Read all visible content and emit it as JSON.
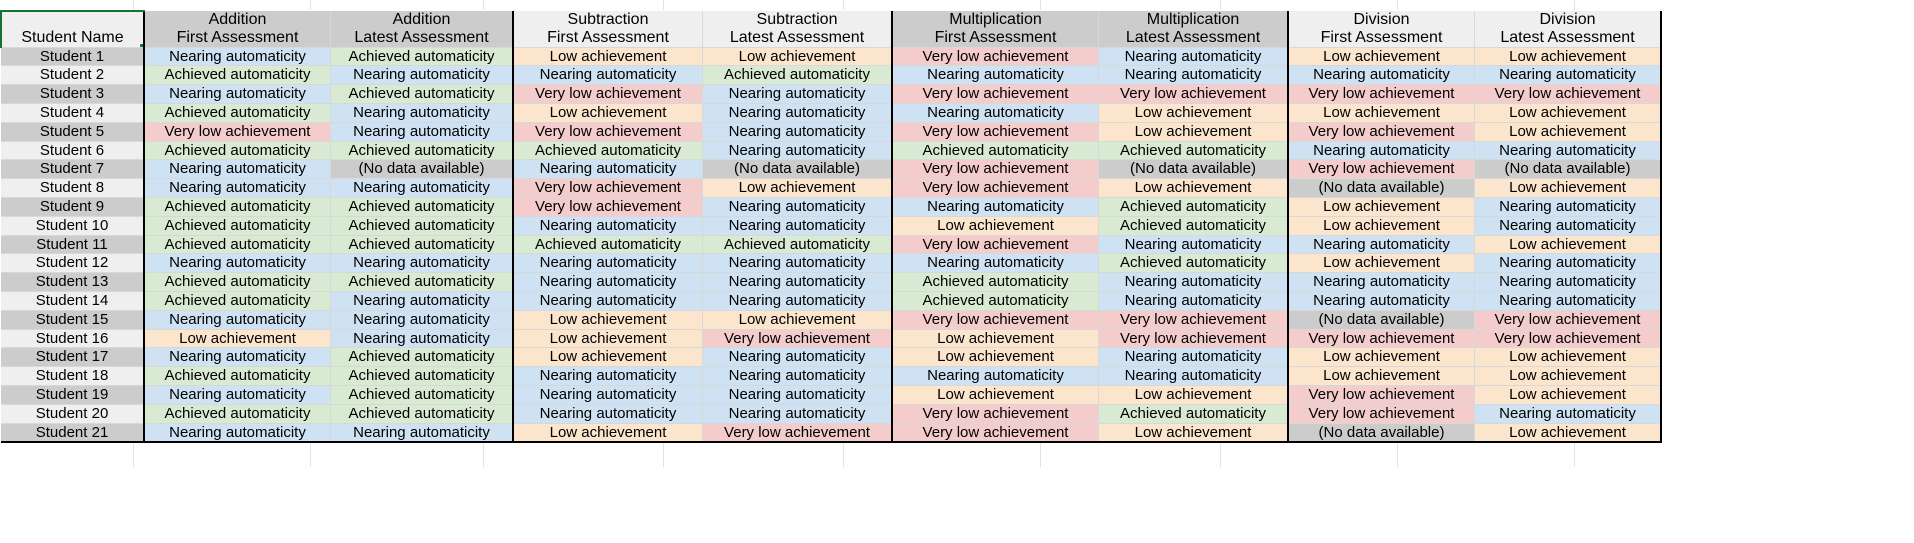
{
  "app": {
    "type": "spreadsheet",
    "selected_cell_label": "Student Name"
  },
  "colors": {
    "achieved": "#d9ead3",
    "nearing": "#cfe2f3",
    "low": "#fce5cd",
    "very_low": "#f4cccc",
    "no_data": "#cccccc",
    "selection_border": "#137333",
    "header_dark": "#cccccc",
    "header_light": "#efefef"
  },
  "legend_values": {
    "achieved": "Achieved automaticity",
    "nearing": "Nearing automaticity",
    "low": "Low achievement",
    "very_low": "Very low achievement",
    "no_data": "(No data available)"
  },
  "table": {
    "columns": [
      {
        "key": "name",
        "line1": "",
        "line2": "Student Name",
        "group": "name"
      },
      {
        "key": "add_first",
        "line1": "Addition",
        "line2": "First Assessment",
        "group": "dark"
      },
      {
        "key": "add_last",
        "line1": "Addition",
        "line2": "Latest Assessment",
        "group": "dark"
      },
      {
        "key": "sub_first",
        "line1": "Subtraction",
        "line2": "First Assessment",
        "group": "light"
      },
      {
        "key": "sub_last",
        "line1": "Subtraction",
        "line2": "Latest Assessment",
        "group": "light"
      },
      {
        "key": "mul_first",
        "line1": "Multiplication",
        "line2": "First Assessment",
        "group": "dark"
      },
      {
        "key": "mul_last",
        "line1": "Multiplication",
        "line2": "Latest Assessment",
        "group": "dark"
      },
      {
        "key": "div_first",
        "line1": "Division",
        "line2": "First Assessment",
        "group": "light"
      },
      {
        "key": "div_last",
        "line1": "Division",
        "line2": "Latest Assessment",
        "group": "light"
      }
    ],
    "rows": [
      {
        "name": "Student 1",
        "cells": [
          "Nearing automaticity",
          "Achieved automaticity",
          "Low achievement",
          "Low achievement",
          "Very low achievement",
          "Nearing automaticity",
          "Low achievement",
          "Low achievement"
        ]
      },
      {
        "name": "Student 2",
        "cells": [
          "Achieved automaticity",
          "Nearing automaticity",
          "Nearing automaticity",
          "Achieved automaticity",
          "Nearing automaticity",
          "Nearing automaticity",
          "Nearing automaticity",
          "Nearing automaticity"
        ]
      },
      {
        "name": "Student 3",
        "cells": [
          "Nearing automaticity",
          "Achieved automaticity",
          "Very low achievement",
          "Nearing automaticity",
          "Very low achievement",
          "Very low achievement",
          "Very low achievement",
          "Very low achievement"
        ]
      },
      {
        "name": "Student 4",
        "cells": [
          "Achieved automaticity",
          "Nearing automaticity",
          "Low achievement",
          "Nearing automaticity",
          "Nearing automaticity",
          "Low achievement",
          "Low achievement",
          "Low achievement"
        ]
      },
      {
        "name": "Student 5",
        "cells": [
          "Very low achievement",
          "Nearing automaticity",
          "Very low achievement",
          "Nearing automaticity",
          "Very low achievement",
          "Low achievement",
          "Very low achievement",
          "Low achievement"
        ]
      },
      {
        "name": "Student 6",
        "cells": [
          "Achieved automaticity",
          "Achieved automaticity",
          "Achieved automaticity",
          "Nearing automaticity",
          "Achieved automaticity",
          "Achieved automaticity",
          "Nearing automaticity",
          "Nearing automaticity"
        ]
      },
      {
        "name": "Student 7",
        "cells": [
          "Nearing automaticity",
          "(No data available)",
          "Nearing automaticity",
          "(No data available)",
          "Very low achievement",
          "(No data available)",
          "Very low achievement",
          "(No data available)"
        ]
      },
      {
        "name": "Student 8",
        "cells": [
          "Nearing automaticity",
          "Nearing automaticity",
          "Very low achievement",
          "Low achievement",
          "Very low achievement",
          "Low achievement",
          "(No data available)",
          "Low achievement"
        ]
      },
      {
        "name": "Student 9",
        "cells": [
          "Achieved automaticity",
          "Achieved automaticity",
          "Very low achievement",
          "Nearing automaticity",
          "Nearing automaticity",
          "Achieved automaticity",
          "Low achievement",
          "Nearing automaticity"
        ]
      },
      {
        "name": "Student 10",
        "cells": [
          "Achieved automaticity",
          "Achieved automaticity",
          "Nearing automaticity",
          "Nearing automaticity",
          "Low achievement",
          "Achieved automaticity",
          "Low achievement",
          "Nearing automaticity"
        ]
      },
      {
        "name": "Student 11",
        "cells": [
          "Achieved automaticity",
          "Achieved automaticity",
          "Achieved automaticity",
          "Achieved automaticity",
          "Very low achievement",
          "Nearing automaticity",
          "Nearing automaticity",
          "Low achievement"
        ]
      },
      {
        "name": "Student 12",
        "cells": [
          "Nearing automaticity",
          "Nearing automaticity",
          "Nearing automaticity",
          "Nearing automaticity",
          "Nearing automaticity",
          "Achieved automaticity",
          "Low achievement",
          "Nearing automaticity"
        ]
      },
      {
        "name": "Student 13",
        "cells": [
          "Achieved automaticity",
          "Achieved automaticity",
          "Nearing automaticity",
          "Nearing automaticity",
          "Achieved automaticity",
          "Nearing automaticity",
          "Nearing automaticity",
          "Nearing automaticity"
        ]
      },
      {
        "name": "Student 14",
        "cells": [
          "Achieved automaticity",
          "Nearing automaticity",
          "Nearing automaticity",
          "Nearing automaticity",
          "Achieved automaticity",
          "Nearing automaticity",
          "Nearing automaticity",
          "Nearing automaticity"
        ]
      },
      {
        "name": "Student 15",
        "cells": [
          "Nearing automaticity",
          "Nearing automaticity",
          "Low achievement",
          "Low achievement",
          "Very low achievement",
          "Very low achievement",
          "(No data available)",
          "Very low achievement"
        ]
      },
      {
        "name": "Student 16",
        "cells": [
          "Low achievement",
          "Nearing automaticity",
          "Low achievement",
          "Very low achievement",
          "Low achievement",
          "Very low achievement",
          "Very low achievement",
          "Very low achievement"
        ]
      },
      {
        "name": "Student 17",
        "cells": [
          "Nearing automaticity",
          "Achieved automaticity",
          "Low achievement",
          "Nearing automaticity",
          "Low achievement",
          "Nearing automaticity",
          "Low achievement",
          "Low achievement"
        ]
      },
      {
        "name": "Student 18",
        "cells": [
          "Achieved automaticity",
          "Achieved automaticity",
          "Nearing automaticity",
          "Nearing automaticity",
          "Nearing automaticity",
          "Nearing automaticity",
          "Low achievement",
          "Low achievement"
        ]
      },
      {
        "name": "Student 19",
        "cells": [
          "Nearing automaticity",
          "Achieved automaticity",
          "Nearing automaticity",
          "Nearing automaticity",
          "Low achievement",
          "Low achievement",
          "Very low achievement",
          "Low achievement"
        ]
      },
      {
        "name": "Student 20",
        "cells": [
          "Achieved automaticity",
          "Achieved automaticity",
          "Nearing automaticity",
          "Nearing automaticity",
          "Very low achievement",
          "Achieved automaticity",
          "Very low achievement",
          "Nearing automaticity"
        ]
      },
      {
        "name": "Student 21",
        "cells": [
          "Nearing automaticity",
          "Nearing automaticity",
          "Low achievement",
          "Very low achievement",
          "Very low achievement",
          "Low achievement",
          "(No data available)",
          "Low achievement"
        ]
      }
    ]
  }
}
